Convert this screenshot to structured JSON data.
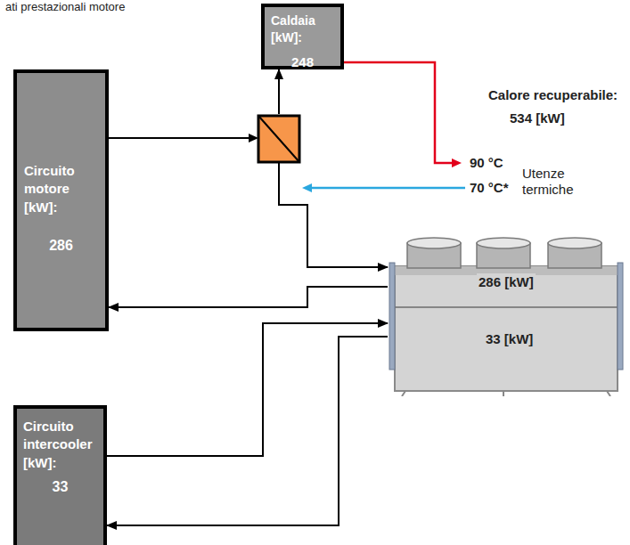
{
  "diagram": {
    "nodes": [
      {
        "text": [
          "Caldaia [kW]:",
          "248"
        ]
      },
      {
        "text": [
          "Circuito motore [kW]:",
          "286"
        ]
      },
      {
        "text": [
          "Circuito intercooler [kW]:",
          "33"
        ]
      },
      {
        "text": [
          "286 [kW]",
          "33 [kW]"
        ]
      }
    ],
    "edges": [
      {
        "from": 1,
        "to": 0,
        "arrow": "to"
      },
      {
        "from": 1,
        "to": 3,
        "arrow": "to"
      },
      {
        "from": 3,
        "to": 1,
        "arrow": "to"
      },
      {
        "from": 2,
        "to": 3,
        "arrow": "to"
      },
      {
        "from": 3,
        "to": 2,
        "arrow": "to"
      }
    ],
    "labels": [
      "ati prestazionali motore",
      "Calore recuperabile:",
      "534 [kW]",
      "90 °C",
      "70 °C*",
      "Utenze termiche"
    ]
  }
}
